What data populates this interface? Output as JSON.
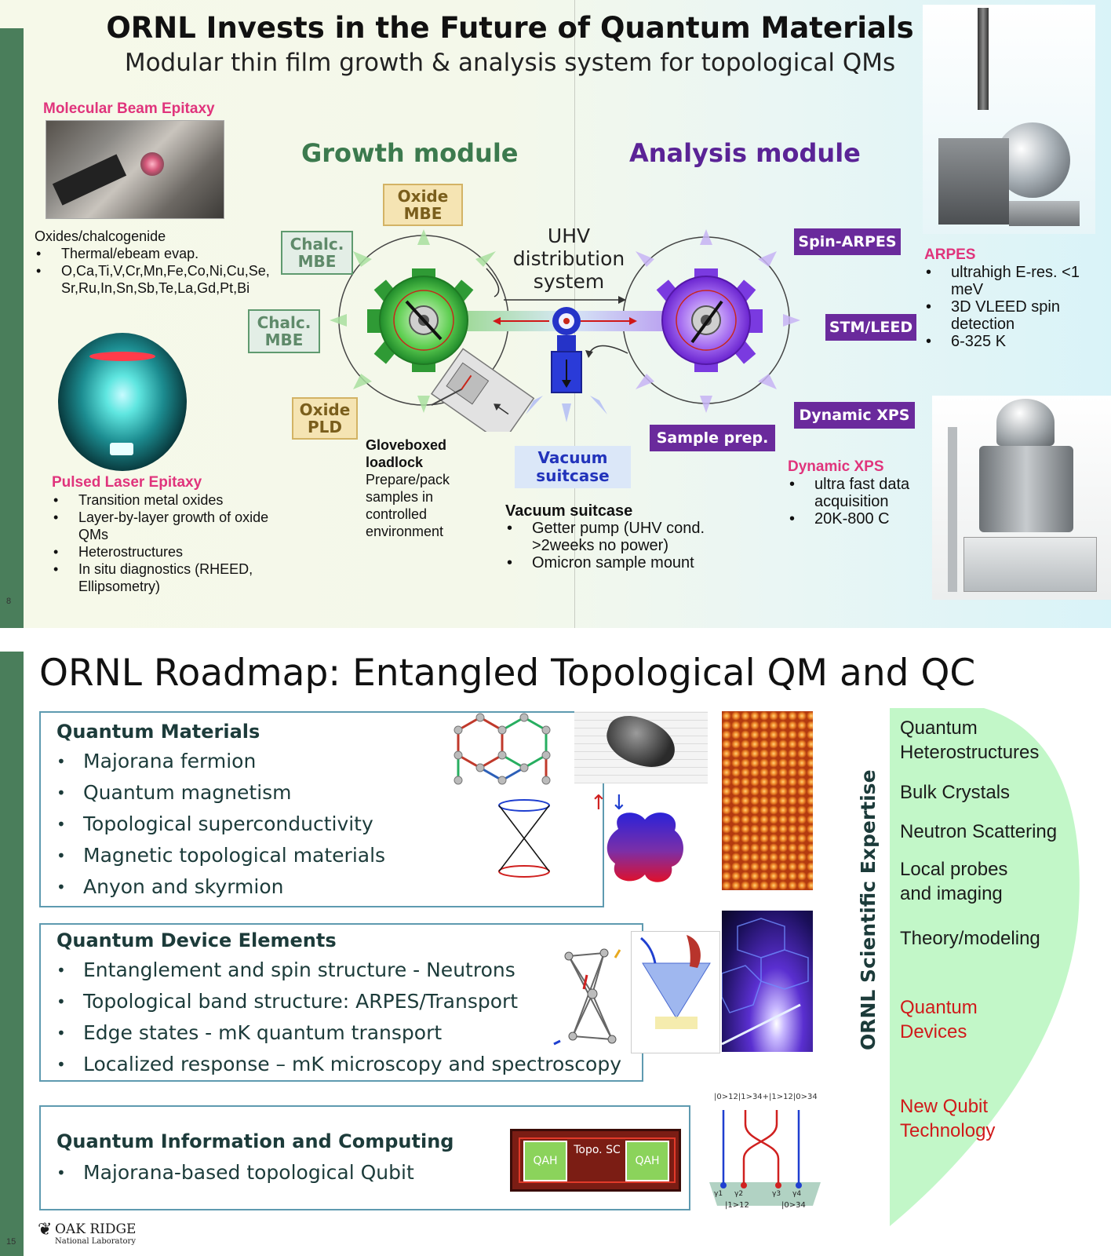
{
  "slide1": {
    "number": "8",
    "title": "ORNL Invests in the Future of Quantum Materials",
    "subtitle": "Modular thin film growth & analysis system for topological QMs",
    "mbe": {
      "heading": "Molecular Beam Epitaxy",
      "intro": "Oxides/chalcogenide",
      "items": [
        "Thermal/ebeam evap.",
        "O,Ca,Ti,V,Cr,Mn,Fe,Co,Ni,Cu,Se,Sr,Ru,In,Sn,Sb,Te,La,Gd,Pt,Bi"
      ]
    },
    "ple": {
      "heading": "Pulsed Laser Epitaxy",
      "items": [
        "Transition metal oxides",
        "Layer-by-layer growth of oxide QMs",
        "Heterostructures",
        "In situ diagnostics (RHEED, Ellipsometry)"
      ]
    },
    "growth_module": "Growth module",
    "analysis_module": "Analysis module",
    "growth_ports": {
      "oxide_mbe": "Oxide MBE",
      "chalc_mbe_1": "Chalc. MBE",
      "chalc_mbe_2": "Chalc. MBE",
      "oxide_pld": "Oxide PLD"
    },
    "uhv": "UHV distribution system",
    "loadlock": {
      "title": "Gloveboxed loadlock",
      "text": "Prepare/pack samples in controlled environment"
    },
    "vacuum_box": "Vacuum suitcase",
    "vacuum_suitcase": {
      "title": "Vacuum suitcase",
      "items": [
        "Getter pump (UHV cond. >2weeks no power)",
        "Omicron sample mount"
      ]
    },
    "analysis_tags": {
      "spin_arpes": "Spin-ARPES",
      "stm_leed": "STM/LEED",
      "dynamic_xps": "Dynamic XPS",
      "sample_prep": "Sample prep."
    },
    "arpes": {
      "heading": "ARPES",
      "items": [
        "ultrahigh E-res. <1 meV",
        "3D VLEED spin detection",
        "6-325 K"
      ]
    },
    "dxps": {
      "heading": "Dynamic XPS",
      "items": [
        "ultra fast data acquisition",
        "20K-800 C"
      ]
    }
  },
  "slide2": {
    "number": "15",
    "title": "ORNL Roadmap: Entangled Topological QM and QC",
    "panels": [
      {
        "title": "Quantum Materials",
        "items": [
          "Majorana fermion",
          "Quantum magnetism",
          "Topological superconductivity",
          "Magnetic topological materials",
          "Anyon and skyrmion"
        ]
      },
      {
        "title": "Quantum Device Elements",
        "items": [
          "Entanglement and spin structure - Neutrons",
          "Topological band structure: ARPES/Transport",
          "Edge states - mK quantum transport",
          "Localized response – mK microscopy and spectroscopy"
        ]
      },
      {
        "title": "Quantum Information and Computing",
        "items": [
          "Majorana-based topological Qubit"
        ]
      }
    ],
    "qah_left": "QAH",
    "qah_right": "QAH",
    "topo_sc": "Topo. SC",
    "expertise_label": "ORNL Scientific Expertise",
    "expertise": {
      "quantum_heterostructures": "Quantum Heterostructures",
      "bulk_crystals": "Bulk Crystals",
      "neutron_scattering": "Neutron Scattering",
      "local_probes": "Local probes and imaging",
      "theory": "Theory/modeling",
      "quantum_devices": "Quantum Devices",
      "new_qubit": "New Qubit Technology"
    },
    "logo": {
      "name": "OAK RIDGE",
      "sub": "National Laboratory"
    },
    "braid": {
      "top": "|0>12|1>34+|1>12|0>34",
      "gammas": [
        "γ1",
        "γ2",
        "γ3",
        "γ4"
      ],
      "bottom_left": "|1>12",
      "bottom_right": "|0>34"
    },
    "arrows": {
      "up": "↑",
      "down": "↓"
    }
  }
}
